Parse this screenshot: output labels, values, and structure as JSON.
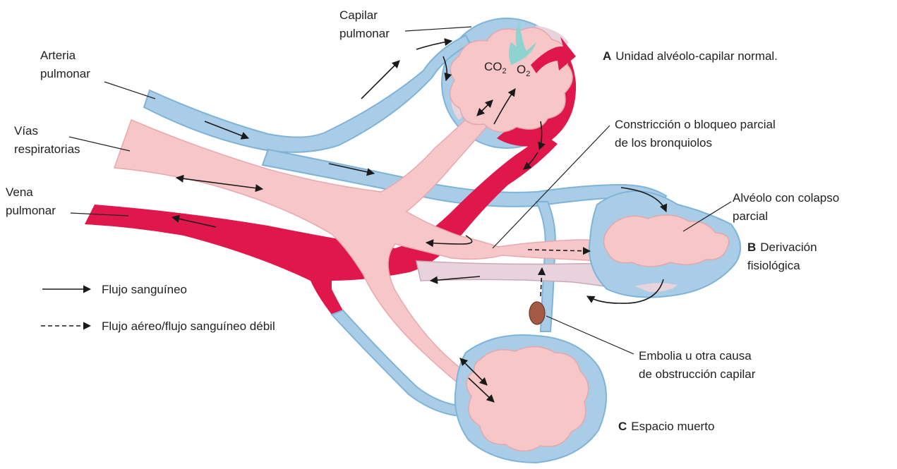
{
  "colors": {
    "blue_vessel": "#a9cde6",
    "blue_stroke": "#7fb3d8",
    "airway_pink": "#f6c6c8",
    "alveolus_pink": "#f7c6c6",
    "oxygenated_red": "#e0174a",
    "mixed_mauve": "#e8d3dc",
    "co2_arrow": "#8fd3d0",
    "o2_arrow": "#e0174a",
    "embolus": "#a55a45",
    "text": "#222222"
  },
  "labels": {
    "capilar_l1": "Capilar",
    "capilar_l2": "pulmonar",
    "arteria_l1": "Arteria",
    "arteria_l2": "pulmonar",
    "vias_l1": "Vías",
    "vias_l2": "respiratorias",
    "vena_l1": "Vena",
    "vena_l2": "pulmonar",
    "constriccion_l1": "Constricción o bloqueo parcial",
    "constriccion_l2": "de los bronquiolos",
    "colapso_l1": "Alvéolo con colapso",
    "colapso_l2": "parcial",
    "embolia_l1": "Embolia u otra causa",
    "embolia_l2": "de obstrucción capilar"
  },
  "panels": {
    "a_letter": "A",
    "a_text": "Unidad alvéolo-capilar normal.",
    "b_letter": "B",
    "b_text_l1": "Derivación",
    "b_text_l2": "fisiológica",
    "c_letter": "C",
    "c_text": "Espacio muerto"
  },
  "gases": {
    "co2_main": "CO",
    "co2_sub": "2",
    "o2_main": "O",
    "o2_sub": "2"
  },
  "legend": {
    "solid_label": "Flujo sanguíneo",
    "dashed_label": "Flujo aéreo/flujo sanguíneo débil"
  }
}
